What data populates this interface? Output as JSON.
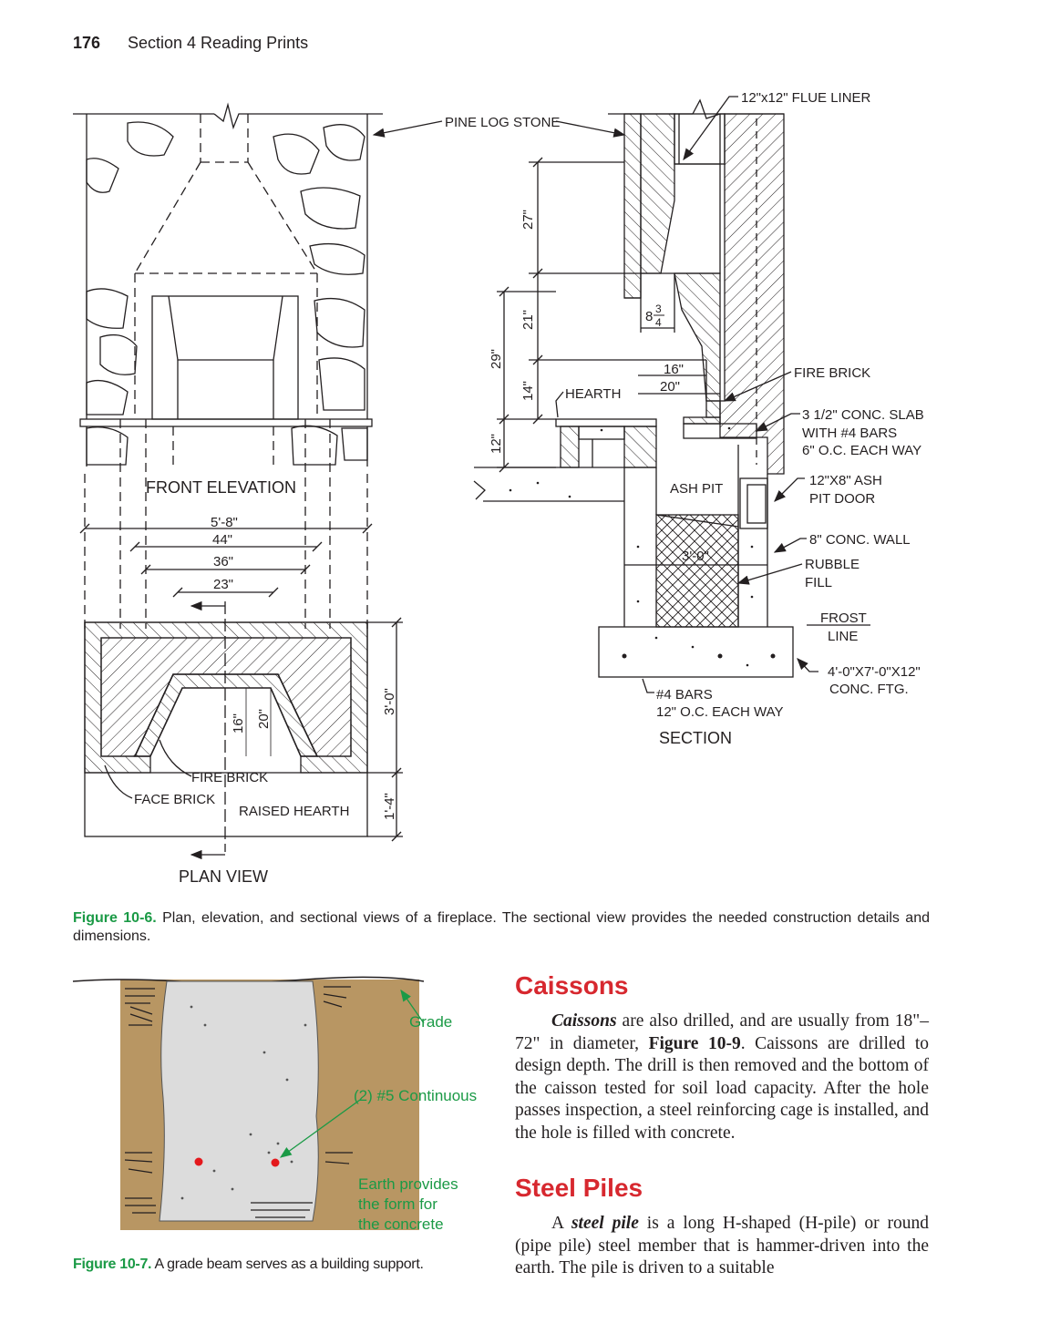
{
  "header": {
    "page_number": "176",
    "section": "Section 4   Reading Prints"
  },
  "figure_10_6": {
    "labels": {
      "front_elevation": "FRONT ELEVATION",
      "plan_view": "PLAN VIEW",
      "section": "SECTION",
      "pine_log_stone": "PINE LOG STONE",
      "flue_liner": "12\"x12\" FLUE LINER",
      "fire_brick_section": "FIRE BRICK",
      "conc_slab_1": "3 1/2\" CONC. SLAB",
      "conc_slab_2": "WITH #4 BARS",
      "conc_slab_3": "6\" O.C. EACH WAY",
      "ash_pit_door_1": "12\"X8\" ASH",
      "ash_pit_door_2": "PIT DOOR",
      "conc_wall": "8\" CONC. WALL",
      "rubble_1": "RUBBLE",
      "rubble_2": "FILL",
      "frost_1": "FROST",
      "frost_2": "LINE",
      "ftg_1": "4'-0\"X7'-0\"X12\"",
      "ftg_2": "CONC. FTG.",
      "bars_1": "#4 BARS",
      "bars_2": "12\" O.C. EACH WAY",
      "hearth": "HEARTH",
      "ash_pit": "ASH PIT",
      "fire_brick_plan": "FIRE BRICK",
      "face_brick": "FACE BRICK",
      "raised_hearth": "RAISED HEARTH"
    },
    "dimensions": {
      "d_27": "27\"",
      "d_21": "21\"",
      "d_29": "29\"",
      "d_14": "14\"",
      "d_12": "12\"",
      "d_8_whole": "8",
      "d_8_num": "3",
      "d_8_den": "4",
      "d_16": "16\"",
      "d_20": "20\"",
      "d_3_0_section": "3'-0\"",
      "d_5_8": "5'-8\"",
      "d_44": "44\"",
      "d_36": "36\"",
      "d_23": "23\"",
      "d_16_plan": "16\"",
      "d_20_plan": "20\"",
      "d_3_0_plan": "3'-0\"",
      "d_1_4": "1'-4\""
    },
    "caption_label": "Figure 10-6.",
    "caption_text": " Plan, elevation, and sectional views of a fireplace. The sectional view provides the needed construction details and dimensions."
  },
  "figure_10_7": {
    "labels": {
      "grade": "Grade",
      "rebar": "(2) #5 Continuous",
      "earth_1": "Earth provides",
      "earth_2": "the form for",
      "earth_3": "the concrete"
    },
    "caption_label": "Figure 10-7.",
    "caption_text": " A grade beam serves as a building support."
  },
  "caissons": {
    "heading": "Caissons",
    "term": "Caissons",
    "text_1": " are also drilled, and are usually from 18\"–72\" in diameter, ",
    "fig_ref": "Figure 10-9",
    "text_2": ". Caissons are drilled to design depth. The drill is then removed and the bottom of the caisson tested for soil load capacity. After the hole passes inspection, a steel reinforcing cage is installed, and the hole is filled with concrete."
  },
  "steel_piles": {
    "heading": "Steel Piles",
    "text_1": "A ",
    "term": "steel pile",
    "text_2": " is a long H-shaped (H-pile) or round (pipe pile) steel member that is hammer-driven into the earth. The pile is driven to a suitable"
  },
  "colors": {
    "heading_red": "#d7282f",
    "figure_green": "#1b9a46",
    "earth_brown": "#b89663",
    "concrete_gray": "#dcdcdc",
    "rebar_red": "#e4181c"
  }
}
